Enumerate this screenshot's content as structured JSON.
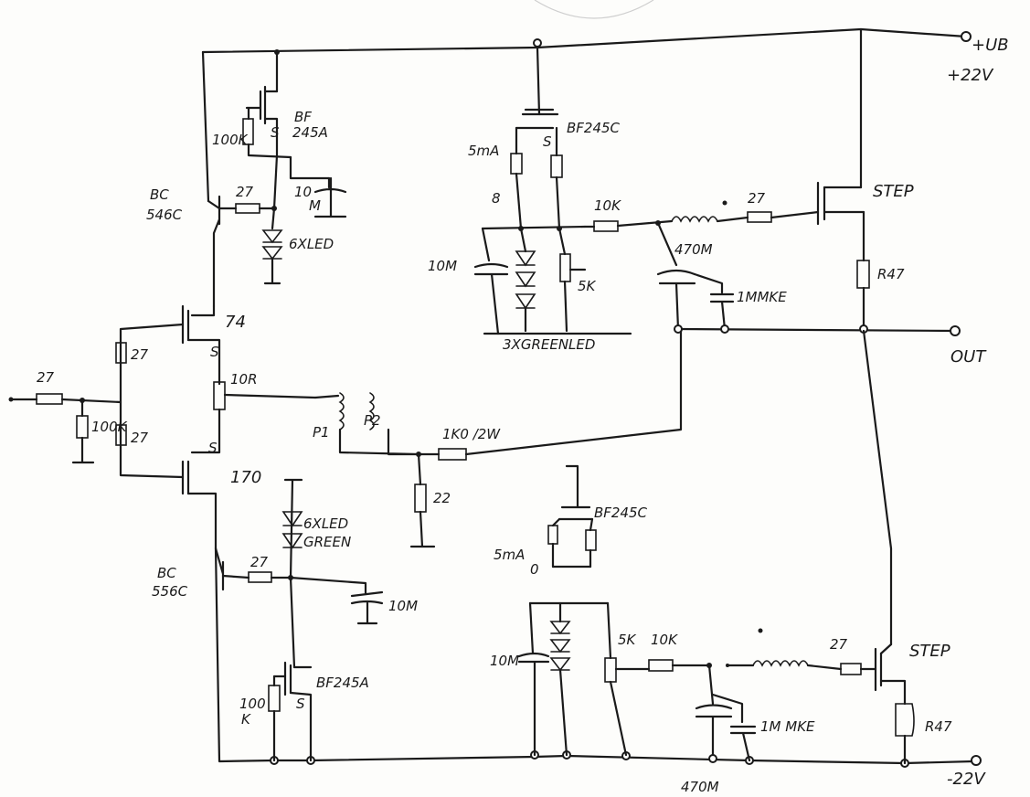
{
  "rails": {
    "vplus": "+UB",
    "vplus2": "+22V",
    "vminus": "-22V",
    "out": "OUT"
  },
  "input": {
    "r_in": "27",
    "r_shunt": "100K",
    "r_top": "27",
    "r_bot": "27"
  },
  "upper_reg": {
    "jfet_r": "100K",
    "jfet_name": "BF",
    "jfet_name2": "245A",
    "jfet_s": "S",
    "bjt_a": "BC",
    "bjt_b": "546C",
    "r_base": "27",
    "cap": "10",
    "cap_unit": "M",
    "leds": "6XLED"
  },
  "output_stage": {
    "q_top": "74",
    "q_top_s": "S",
    "pot": "10R",
    "q_bot_s": "S",
    "q_bot": "170",
    "p1": "P1",
    "p2": "P2",
    "r_series": "1K0 /2W",
    "r_load": "22"
  },
  "lower_reg": {
    "leds": "6XLED",
    "leds2": "GREEN",
    "r_base": "27",
    "cap": "10M",
    "bjt_a": "BC",
    "bjt_b": "556C",
    "jfet_r": "100",
    "jfet_r2": "K",
    "jfet_s": "S",
    "jfet_name": "BF245A"
  },
  "upper_filter": {
    "jfet": "BF245C",
    "jfet_s": "S",
    "label_5ma": "5mA",
    "label_8": "8",
    "cap": "10M",
    "leds": "3XGREENLED",
    "pot": "5K",
    "r10k": "10K",
    "choke": "470M",
    "film": "1MMKE",
    "r27": "27",
    "mosfet": "STEP",
    "r47": "R47"
  },
  "lower_filter": {
    "jfet": "BF245C",
    "label_5ma": "5mA",
    "label_0": "0",
    "cap": "10M",
    "pot": "5K",
    "r10k": "10K",
    "r27": "27",
    "mosfet": "STEP",
    "film": "1M MKE",
    "choke": "470M",
    "r47": "R47"
  }
}
